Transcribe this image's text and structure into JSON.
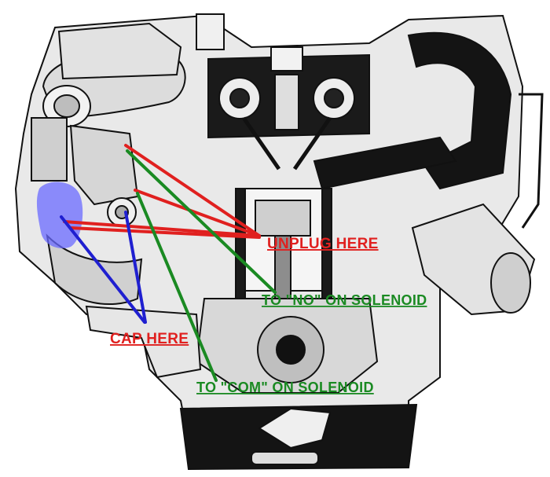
{
  "annotations": {
    "unplug": {
      "text": "UNPLUG HERE",
      "color": "#e0201f"
    },
    "no": {
      "text": "TO \"NO\" ON SOLENOID",
      "color": "#1a8a22"
    },
    "cap": {
      "text": "CAP HERE",
      "color": "#e0201f"
    },
    "com": {
      "text": "TO \"COM\" ON SOLENOID",
      "color": "#1a8a22"
    }
  },
  "colors": {
    "red_line": "#e0201f",
    "green_line": "#1a8a22",
    "blue_line": "#1f1fd0",
    "highlight": "#6a6aff",
    "engine_black": "#111111",
    "engine_gray": "#9a9a9a",
    "background": "#ffffff"
  }
}
